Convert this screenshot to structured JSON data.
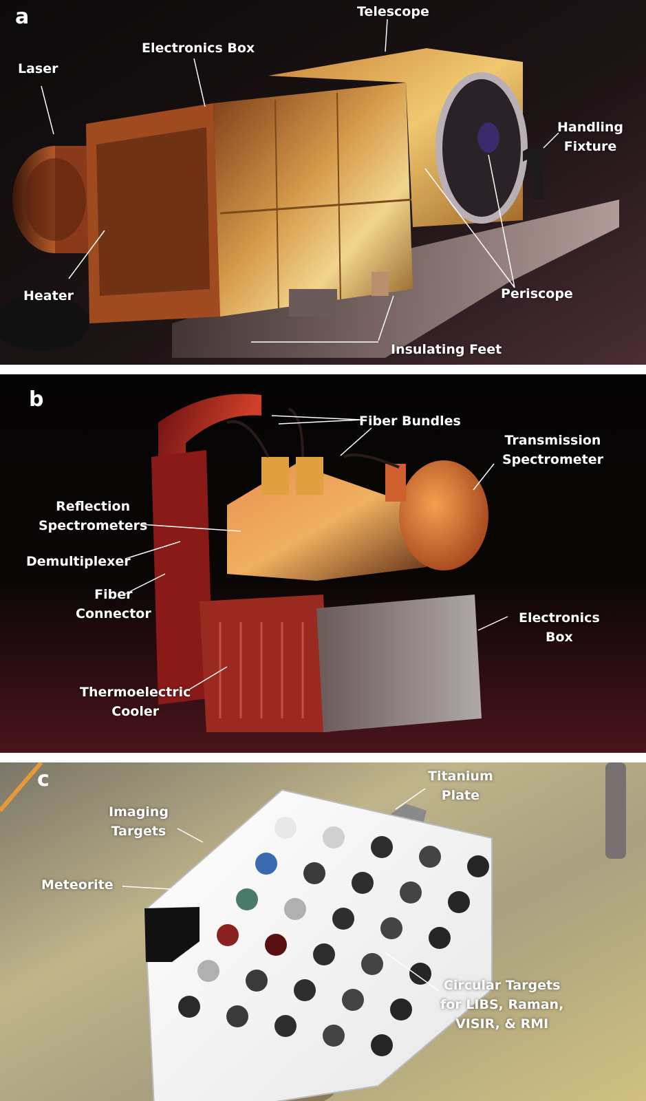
{
  "panels": {
    "a": {
      "letter": "a",
      "labels": {
        "laser": "Laser",
        "electronics_box": "Electronics Box",
        "telescope": "Telescope",
        "handling_fixture": [
          "Handling",
          "Fixture"
        ],
        "heater": "Heater",
        "periscope": "Periscope",
        "insulating_feet": "Insulating Feet"
      }
    },
    "b": {
      "letter": "b",
      "labels": {
        "fiber_bundles": "Fiber Bundles",
        "transmission_spectrometer": [
          "Transmission",
          "Spectrometer"
        ],
        "reflection_spectrometers": [
          "Reflection",
          "Spectrometers"
        ],
        "demultiplexer": "Demultiplexer",
        "fiber_connector": [
          "Fiber",
          "Connector"
        ],
        "electronics_box": [
          "Electronics",
          "Box"
        ],
        "thermoelectric_cooler": [
          "Thermoelectric",
          "Cooler"
        ]
      }
    },
    "c": {
      "letter": "c",
      "labels": {
        "titanium_plate": [
          "Titanium",
          "Plate"
        ],
        "imaging_targets": [
          "Imaging",
          "Targets"
        ],
        "meteorite": "Meteorite",
        "circular_targets": [
          "Circular Targets",
          "for LIBS, Raman,",
          "VISIR, & RMI"
        ]
      }
    }
  },
  "colors": {
    "label_light": "#ffffff",
    "letter_dark": "#1a1a1a",
    "panel_a_bg": "#0e0a0a",
    "panel_b_bg": "#0a0606",
    "gold": "#c58a3a",
    "copper_glow": "#d66a2a",
    "red_glow": "#8c1a1a"
  }
}
